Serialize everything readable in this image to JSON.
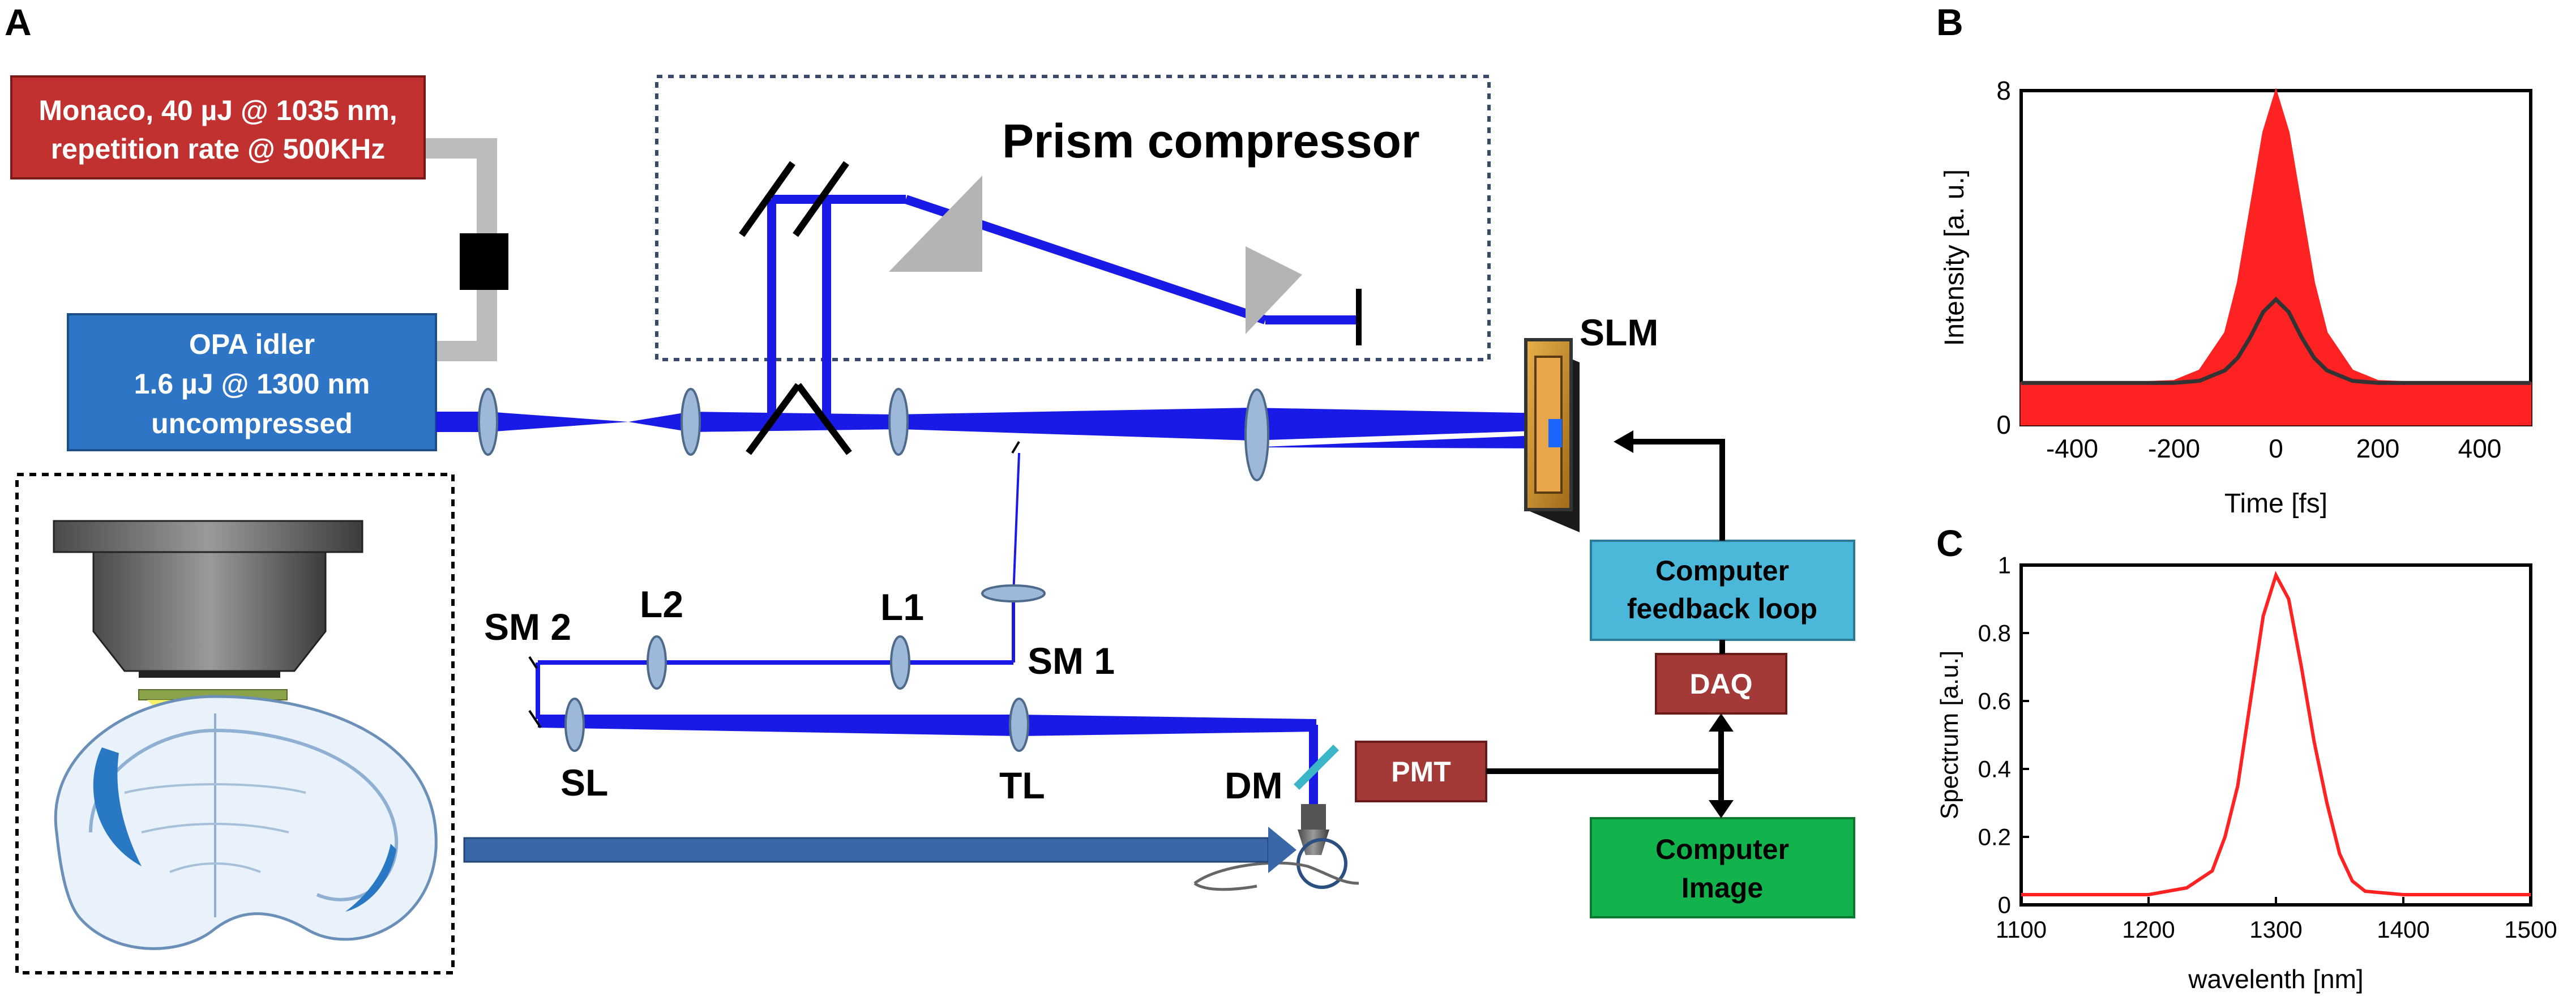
{
  "panel_labels": {
    "a": "A",
    "b": "B",
    "c": "C"
  },
  "setup": {
    "laser_line1": "Monaco, 40 µJ @ 1035 nm,",
    "laser_line2": "repetition rate @ 500KHz",
    "opa_line1": "OPA idler",
    "opa_line2": "1.6 µJ @ 1300 nm",
    "opa_line3": "uncompressed",
    "prism_title": "Prism compressor",
    "slm": "SLM",
    "computer_feedback_line1": "Computer",
    "computer_feedback_line2": "feedback loop",
    "daq": "DAQ",
    "pmt": "PMT",
    "computer_image_line1": "Computer",
    "computer_image_line2": "Image",
    "sm1": "SM 1",
    "sm2": "SM 2",
    "l1": "L1",
    "l2": "L2",
    "sl": "SL",
    "tl": "TL",
    "dm": "DM"
  },
  "colors": {
    "laser_box": "#c0312f",
    "opa_box": "#2e75c6",
    "beam": "#1a1ae6",
    "computer_feedback_box": "#4bb8d9",
    "daq_box": "#a33a37",
    "pmt_box": "#a33a37",
    "computer_image_box": "#12b24c",
    "plot_red": "#ff2222",
    "envelope": "#333333"
  },
  "chart_data": [
    {
      "type": "area",
      "panel": "B",
      "xlabel": "Time [fs]",
      "ylabel": "Intensity [a. u.]",
      "xlim": [
        -500,
        500
      ],
      "ylim": [
        0,
        8
      ],
      "xticks": [
        "-400",
        "-200",
        "0",
        "200",
        "400"
      ],
      "yticks": [
        "0",
        "8"
      ],
      "series": [
        {
          "x": [
            -500,
            -300,
            -200,
            -150,
            -100,
            -75,
            -50,
            -25,
            0,
            25,
            50,
            75,
            100,
            150,
            200,
            300,
            500
          ],
          "values": [
            1.0,
            1.0,
            1.05,
            1.3,
            2.2,
            3.4,
            5.2,
            7.0,
            8.0,
            7.0,
            5.2,
            3.4,
            2.2,
            1.3,
            1.05,
            1.0,
            1.0
          ]
        },
        {
          "x": [
            -500,
            -200,
            -150,
            -100,
            -75,
            -50,
            -25,
            0,
            25,
            50,
            75,
            100,
            150,
            200,
            500
          ],
          "values": [
            1.0,
            1.0,
            1.05,
            1.3,
            1.6,
            2.1,
            2.7,
            3.0,
            2.7,
            2.1,
            1.6,
            1.3,
            1.05,
            1.0,
            1.0
          ]
        }
      ]
    },
    {
      "type": "line",
      "panel": "C",
      "xlabel": "wavelenth [nm]",
      "ylabel": "Spectrum [a.u.]",
      "xlim": [
        1100,
        1500
      ],
      "ylim": [
        0,
        1
      ],
      "xticks": [
        "1100",
        "1200",
        "1300",
        "1400",
        "1500"
      ],
      "yticks": [
        "0",
        "0.2",
        "0.4",
        "0.6",
        "0.8",
        "1"
      ],
      "series": [
        {
          "x": [
            1100,
            1150,
            1200,
            1230,
            1250,
            1260,
            1270,
            1280,
            1290,
            1300,
            1310,
            1320,
            1330,
            1340,
            1350,
            1360,
            1370,
            1400,
            1450,
            1500
          ],
          "values": [
            0.03,
            0.03,
            0.03,
            0.05,
            0.1,
            0.2,
            0.35,
            0.6,
            0.85,
            0.97,
            0.9,
            0.7,
            0.48,
            0.3,
            0.15,
            0.07,
            0.04,
            0.03,
            0.03,
            0.03
          ]
        }
      ]
    }
  ]
}
